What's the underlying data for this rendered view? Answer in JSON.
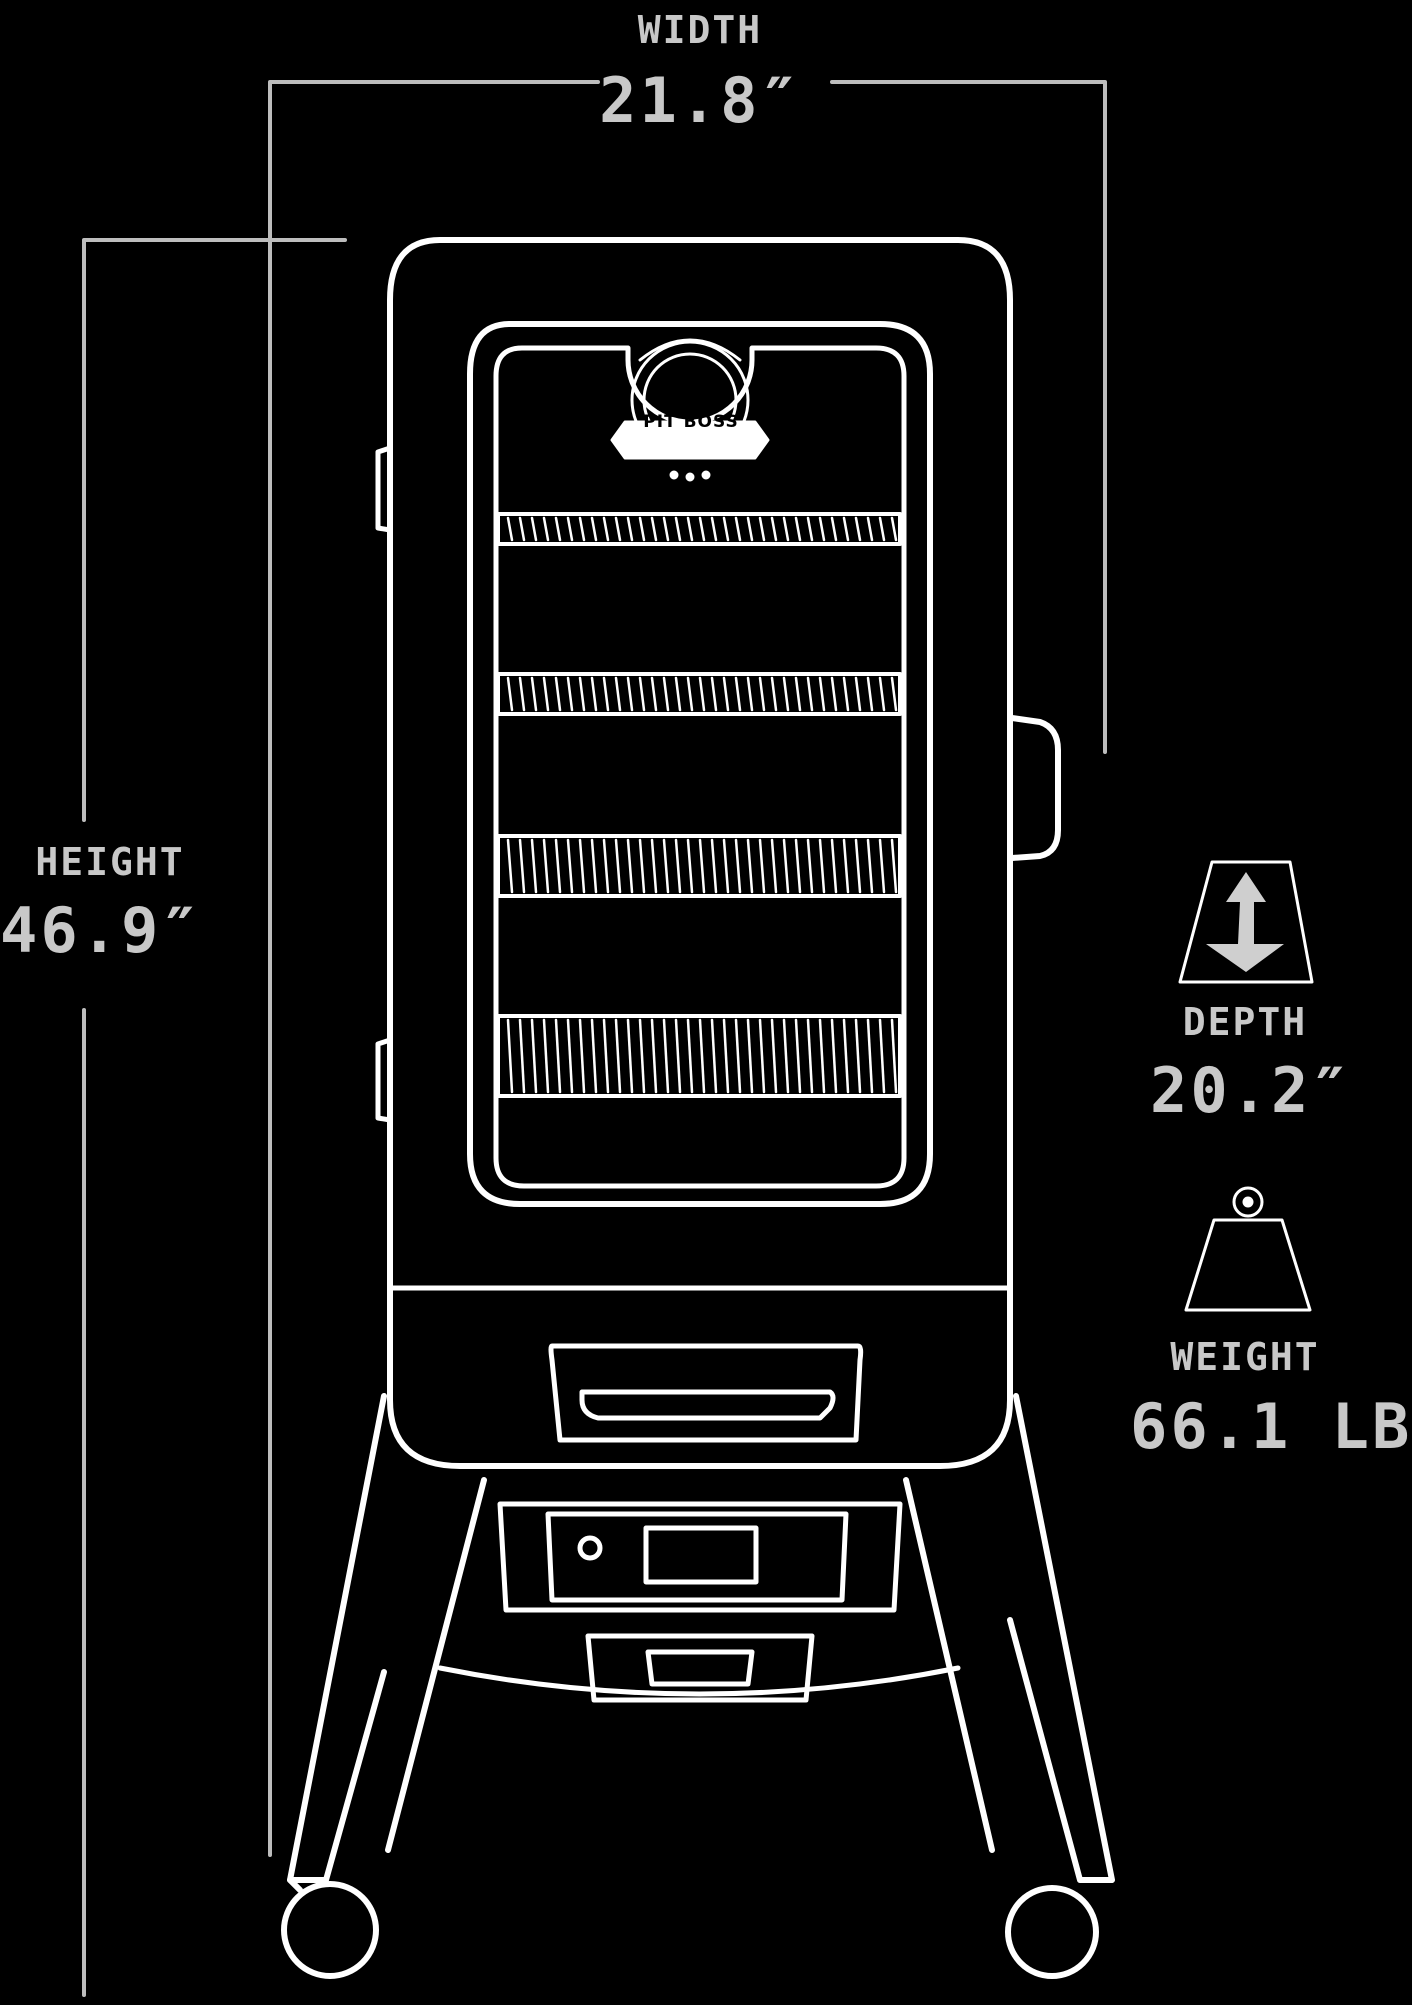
{
  "dimensions": {
    "width": {
      "label": "WIDTH",
      "value": "21.8″"
    },
    "height": {
      "label": "HEIGHT",
      "value": "46.9″"
    },
    "depth": {
      "label": "DEPTH",
      "value": "20.2″"
    },
    "weight": {
      "label": "WEIGHT",
      "value": "66.1 LB"
    }
  },
  "brand": {
    "logo_text": "PIT BOSS"
  },
  "icons": {
    "depth": "depth-arrow-icon",
    "weight": "weight-icon"
  },
  "colors": {
    "background": "#000000",
    "line": "#ffffff",
    "text": "#c8c8c8"
  }
}
